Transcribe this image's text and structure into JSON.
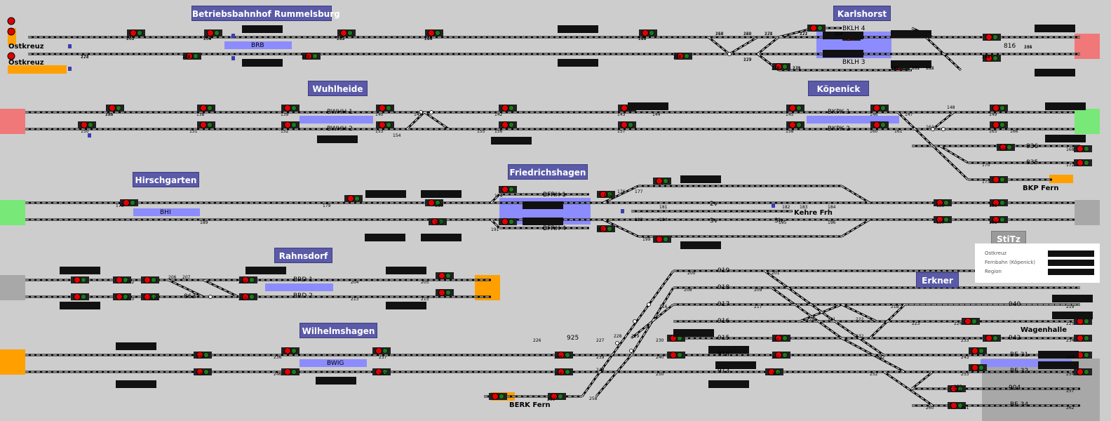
{
  "stations": {
    "rummelsburg": "Betriebsbahnhof Rummelsburg",
    "karlshorst": "Karlshorst",
    "wuhlheide": "Wuhlheide",
    "koepenick": "Köpenick",
    "hirschgarten": "Hirschgarten",
    "friedrichshagen": "Friedrichshagen",
    "stitz": "StiTz",
    "rahnsdorf": "Rahnsdorf",
    "erkner": "Erkner",
    "wilhelmshagen": "Wilhelmshagen"
  },
  "platforms": {
    "brb": "BRB",
    "bklh4": "BKLH 4",
    "bklh3": "BKLH 3",
    "bwhh1": "BWHH 1",
    "bwhh2": "BWHH 2",
    "bkpk1": "BKPK 1",
    "bkpk2": "BKPK 2",
    "bhi": "BHI",
    "bfrh1": "BFRH 1",
    "bfrh4": "BFRH 4",
    "brd1": "BRD 1",
    "brd2": "BRD 2",
    "bwig": "BWIG",
    "be31": "BE 31",
    "be32": "BE 32",
    "be34": "BE 34"
  },
  "places": {
    "ostkreuz1": "Ostkreuz",
    "ostkreuz2": "Ostkreuz",
    "kehre": "Kehre Frh",
    "bkpfern": "BKP Fern",
    "wagenhalle": "Wagenhalle",
    "berkfern": "BERK Fern"
  },
  "tracks": {
    "t2v": "2v",
    "t3v": "3v",
    "t3h": "3h",
    "t863": "863",
    "t925": "925",
    "t816": "816",
    "t836": "836",
    "t835": "835",
    "t919": "919",
    "t918": "918",
    "t917": "917",
    "t916": "916",
    "t915": "915",
    "t914": "914",
    "t913": "913",
    "t940": "940",
    "t942": "942",
    "t904": "904"
  },
  "signal_numbers": [
    "107",
    "109",
    "112",
    "114",
    "116",
    "118",
    "120",
    "121",
    "122",
    "123",
    "124",
    "125",
    "127",
    "128",
    "129",
    "130",
    "131",
    "117",
    "132",
    "133",
    "134",
    "135",
    "136",
    "138",
    "139",
    "140",
    "141",
    "142",
    "143",
    "144",
    "145",
    "146",
    "147",
    "148",
    "149",
    "150",
    "151",
    "152",
    "153",
    "154",
    "155",
    "156",
    "157",
    "158",
    "160",
    "161",
    "164",
    "165",
    "166",
    "167",
    "168",
    "170",
    "172",
    "173",
    "174",
    "175",
    "176",
    "177",
    "178",
    "179",
    "180",
    "181",
    "182",
    "183",
    "184",
    "185",
    "188",
    "189",
    "190",
    "191",
    "192",
    "193",
    "194",
    "195",
    "196",
    "197",
    "198",
    "199",
    "200",
    "201",
    "202",
    "203",
    "204",
    "205",
    "206",
    "207",
    "208",
    "209",
    "210",
    "211",
    "212",
    "213",
    "215",
    "216",
    "217",
    "218",
    "219",
    "220",
    "221",
    "222",
    "223",
    "224",
    "225",
    "226",
    "227",
    "228",
    "229",
    "230",
    "231",
    "232",
    "233",
    "234",
    "235",
    "236",
    "237",
    "238",
    "239",
    "240",
    "241",
    "242",
    "243",
    "244",
    "245",
    "246",
    "247",
    "248",
    "249",
    "250",
    "251",
    "252",
    "253",
    "254",
    "255",
    "256",
    "257",
    "258",
    "259",
    "260",
    "261",
    "262",
    "263",
    "264",
    "265",
    "266",
    "267",
    "268",
    "269",
    "270",
    "271",
    "272",
    "273",
    "274",
    "275",
    "276",
    "277",
    "278",
    "279",
    "280",
    "281",
    "282",
    "283",
    "284",
    "285"
  ],
  "legend": {
    "ostkreuz": "Ostkreuz",
    "fernbahn": "Fernbahn (Köpenick)",
    "region": "Region"
  },
  "colors": {
    "background": "#cdcdcd",
    "station_label": "#5a5aa8",
    "platform": "#8c8cff",
    "signal_red": "#e00000",
    "signal_green": "#1a7a1a",
    "edge_red": "#f07878",
    "edge_green": "#78e878",
    "edge_orange": "#ffa000",
    "edge_grey": "#a8a8a8"
  }
}
